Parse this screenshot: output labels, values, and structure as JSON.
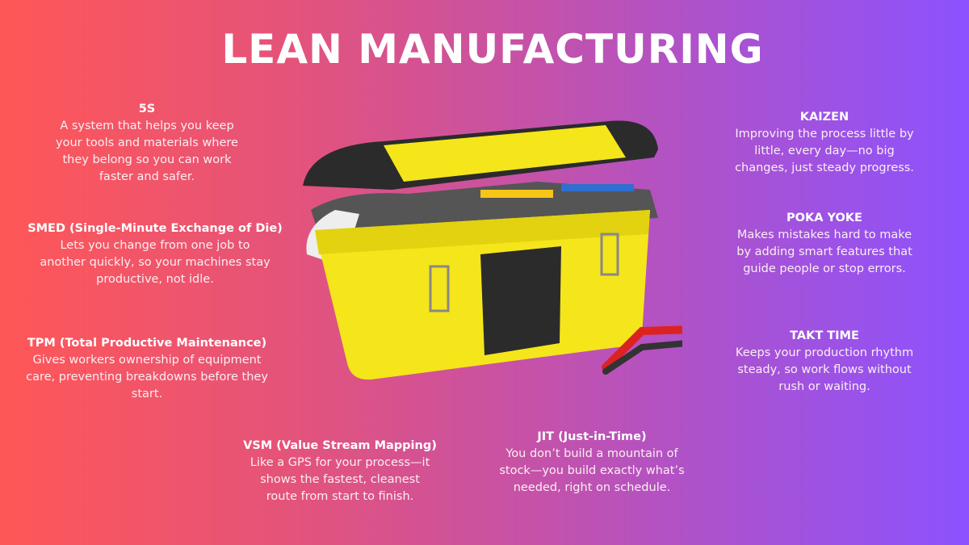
{
  "title": "LEAN MANUFACTURING",
  "concepts": {
    "fives": {
      "heading": "5S",
      "text": "A system that helps you keep your tools and materials where they belong so you can work faster and safer."
    },
    "smed": {
      "heading": "SMED (Single-Minute Exchange of Die)",
      "text": "Lets you change from one job to another quickly, so your machines stay productive, not idle."
    },
    "tpm": {
      "heading": "TPM (Total Productive Maintenance)",
      "text": "Gives workers ownership of equipment care, preventing breakdowns before they start."
    },
    "vsm": {
      "heading": "VSM (Value Stream Mapping)",
      "text": "Like a GPS for your process—it shows the fastest, cleanest route from start to finish."
    },
    "jit": {
      "heading": "JIT (Just-in-Time)",
      "text": "You don’t build a mountain of stock—you build exactly what’s needed, right on schedule."
    },
    "kaizen": {
      "heading": "KAIZEN",
      "text": "Improving the process little by little, every day—no big changes, just steady progress."
    },
    "pokayoke": {
      "heading": "POKA YOKE",
      "text": "Makes mistakes hard to make by adding smart features that guide people or stop errors."
    },
    "takt": {
      "heading": "TAKT TIME",
      "text": "Keeps your production rhythm steady, so work flows without rush or waiting."
    }
  },
  "colors": {
    "gradient_left": "#ff5757",
    "gradient_right": "#8c52ff",
    "toolbox": "#f5e51b"
  }
}
